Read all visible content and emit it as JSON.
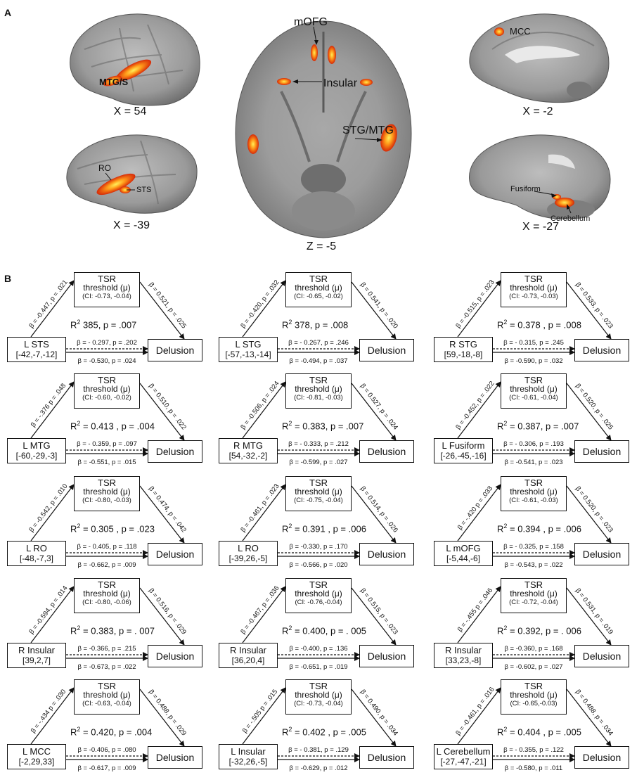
{
  "panel_a": {
    "letter": "A",
    "labels": {
      "mtg_s": "MTG/S",
      "mofg": "mOFG",
      "insular": "Insular",
      "stg_mtg": "STG/MTG",
      "mcc": "MCC",
      "ro": "RO",
      "sts": "STS",
      "fusiform": "Fusiform",
      "cerebellum": "Cerebellum"
    },
    "coords": {
      "x54": "X = 54",
      "xm2": "X = -2",
      "xm39": "X = -39",
      "z5": "Z = -5",
      "xm27": "X = -27"
    }
  },
  "panel_b": {
    "letter": "B",
    "mediator_line1": "TSR",
    "outcome": "Delusion",
    "models": [
      {
        "pred1": "L STS",
        "pred2": "[-42,-7,-12]",
        "med2": "threshold (μ)",
        "ci": "(CI: -0.73, -0.04)",
        "a": "β = -0.447, p = .021",
        "b": "β = 0.521, p = .025",
        "c_prime": "β = - 0.297, p = .202",
        "c": "β = -0.530, p = .024",
        "r2_pre": "R",
        "r2_post": " 385, p = .007"
      },
      {
        "pred1": "L STG",
        "pred2": "[-57,-13,-14]",
        "med2": "threshold (μ)",
        "ci": "(CI: -0.65, -0.02)",
        "a": "β = -0.420, p = .032",
        "b": "β = 0.541, p = .020",
        "c_prime": "β = - 0.267, p = .246",
        "c": "β = -0.494, p = .037",
        "r2_pre": "R",
        "r2_post": " 378, p = .008"
      },
      {
        "pred1": "R STG",
        "pred2": "[59,-18,-8]",
        "med2": "threshold (μ)",
        "ci": "(CI: -0.73, -0.03)",
        "a": "β = -0.515, p = .023",
        "b": "β = 0.533, p = .023",
        "c_prime": "β = - 0.315, p = .245",
        "c": "β = -0.590, p = .032",
        "r2_pre": "R",
        "r2_post": " = 0.378 , p = .008"
      },
      {
        "pred1": "L MTG",
        "pred2": "[-60,-29,-3]",
        "med2": "threshold (μ)",
        "ci": "(CI: -0.60, -0.02)",
        "a": "β = -.376 p = .048",
        "b": "β = 0.510, p = .022",
        "c_prime": "β = - 0.359, p = .097",
        "c": "β = -0.551, p = .015",
        "r2_pre": "R",
        "r2_post": " = 0.413 , p = .004"
      },
      {
        "pred1": "R MTG",
        "pred2": "[54,-32,-2]",
        "med2": "threshold (μ)",
        "ci": "(CI: -0.81, -0.03)",
        "a": "β = -0.506, p = .024",
        "b": "β = 0.527, p = .024",
        "c_prime": "β = - 0.333, p = .212",
        "c": "β = -0.599, p = .027",
        "r2_pre": "R",
        "r2_post": " = 0.383, p = .007"
      },
      {
        "pred1": "L Fusiform",
        "pred2": "[-26,-45,-16]",
        "med2": "threshold (μ)",
        "ci": "(CI: -0.61, -0.04)",
        "a": "β = -0.452, p = .022",
        "b": "β = 0.520, p = .025",
        "c_prime": "β = - 0.306, p = .193",
        "c": "β = -0.541, p = .023",
        "r2_pre": "R",
        "r2_post": " = 0.387, p = .007"
      },
      {
        "pred1": "L RO",
        "pred2": "[-48,-7,3]",
        "med2": "threshold (μ)",
        "ci": "(CI: -0.80, -0.03)",
        "a": "β = -0.542, p = .010",
        "b": "β = 0.474, p = .042",
        "c_prime": "β = - 0.405, p = .118",
        "c": "β = -0.662, p = .009",
        "r2_pre": "R",
        "r2_post": " = 0.305 , p = .023"
      },
      {
        "pred1": "L RO",
        "pred2": "[-39,26,-5]",
        "med2": "threshold (μ)",
        "ci": "(CI: -0.75, -0.04)",
        "a": "β = -0.461, p = .023",
        "b": "β = 0.514, p = .026",
        "c_prime": "β = -0.330, p = .170",
        "c": "β = -0.566, p = .020",
        "r2_pre": "R",
        "r2_post": " = 0.391 , p = .006"
      },
      {
        "pred1": "L mOFG",
        "pred2": "[-5,44,-6]",
        "med2": "threshold (μ)",
        "ci": "(CI: -0.61, -0.03)",
        "a": "β = -.420 p = .033",
        "b": "β = 0.520, p = .023",
        "c_prime": "β = - 0.325, p = .158",
        "c": "β = -0.543, p = .022",
        "r2_pre": "R",
        "r2_post": " = 0.394 , p = .006"
      },
      {
        "pred1": "R Insular",
        "pred2": "[39,2,7]",
        "med2": "threshold (μ)",
        "ci": "(CI: -0.80, -0.06)",
        "a": "β = -0.594, p = .014",
        "b": "β = 0.516, p = .029",
        "c_prime": "β = -0.366, p = .215",
        "c": "β = -0.673, p = .022",
        "r2_pre": "R",
        "r2_post": " = 0.383, p = . 007"
      },
      {
        "pred1": "R Insular",
        "pred2": "[36,20,4]",
        "med2": "threshold (μ)",
        "ci": "(CI: -0.76,-0.04)",
        "a": "β = -0.467, p = .036",
        "b": "β = 0.515, p = .023",
        "c_prime": "β = -0.400, p = .136",
        "c": "β = -0.651, p = .019",
        "r2_pre": "R",
        "r2_post": " = 0.400, p = . 005"
      },
      {
        "pred1": "R Insular",
        "pred2": "[33,23,-8]",
        "med2": "threshold (μ)",
        "ci": "(CI: -0.72, -0.04)",
        "a": "β = -.455 p = .046",
        "b": "β = 0.531, p = .019",
        "c_prime": "β = -0.360, p = .168",
        "c": "β = -0.602, p = .027",
        "r2_pre": "R",
        "r2_post": " = 0.392, p = . 006"
      },
      {
        "pred1": "L MCC",
        "pred2": "[-2,29,33]",
        "med2": "threshold (μ)",
        "ci": "(CI: -0.63, -0.04)",
        "a": "β = -.434 p = .030",
        "b": "β = 0.488, p = .029",
        "c_prime": "β = -0.406, p = .080",
        "c": "β = -0.617, p = .009",
        "r2_pre": "R",
        "r2_post": " = 0.420, p = .004"
      },
      {
        "pred1": "L Insular",
        "pred2": "[-32,26,-5]",
        "med2": "threshold (μ)",
        "ci": "(CI: -0.73, -0.04)",
        "a": "β = -.505 p = .015",
        "b": "β = 0.490, p = .034",
        "c_prime": "β = - 0.381, p = .129",
        "c": "β = -0.629, p = .012",
        "r2_pre": "R",
        "r2_post": " = 0.402 , p = .005"
      },
      {
        "pred1": "L Cerebellum",
        "pred2": "[-27,-47,-21]",
        "med2": "threshold (μ)",
        "ci": "(CI: -0.65,-0.03)",
        "a": "β = -0.461, p = .016",
        "b": "β = 0.488, p = .034",
        "c_prime": "β = - 0.355, p = .122",
        "c": "β = -0.580, p = .011",
        "r2_pre": "R",
        "r2_post": " = 0.404 , p = .005"
      }
    ]
  }
}
